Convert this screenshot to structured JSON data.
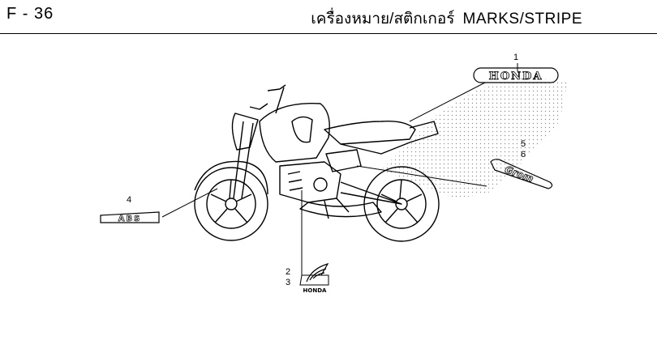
{
  "header": {
    "page_code": "F - 36",
    "title_thai": "เครื่องหมาย/สติกเกอร์",
    "title_en": "MARKS/STRIPE"
  },
  "callouts": [
    {
      "id": "1",
      "label": "1"
    },
    {
      "id": "2",
      "label": "2"
    },
    {
      "id": "3",
      "label": "3"
    },
    {
      "id": "4",
      "label": "4"
    },
    {
      "id": "5",
      "label": "5"
    },
    {
      "id": "6",
      "label": "6"
    }
  ],
  "decals": {
    "tank_logo": "HONDA",
    "fork_logo": "ABS",
    "side_logo": "Grom",
    "wing_text": "HONDA"
  },
  "colors": {
    "line": "#000000",
    "background": "#ffffff",
    "dot_pattern": "#888888"
  }
}
